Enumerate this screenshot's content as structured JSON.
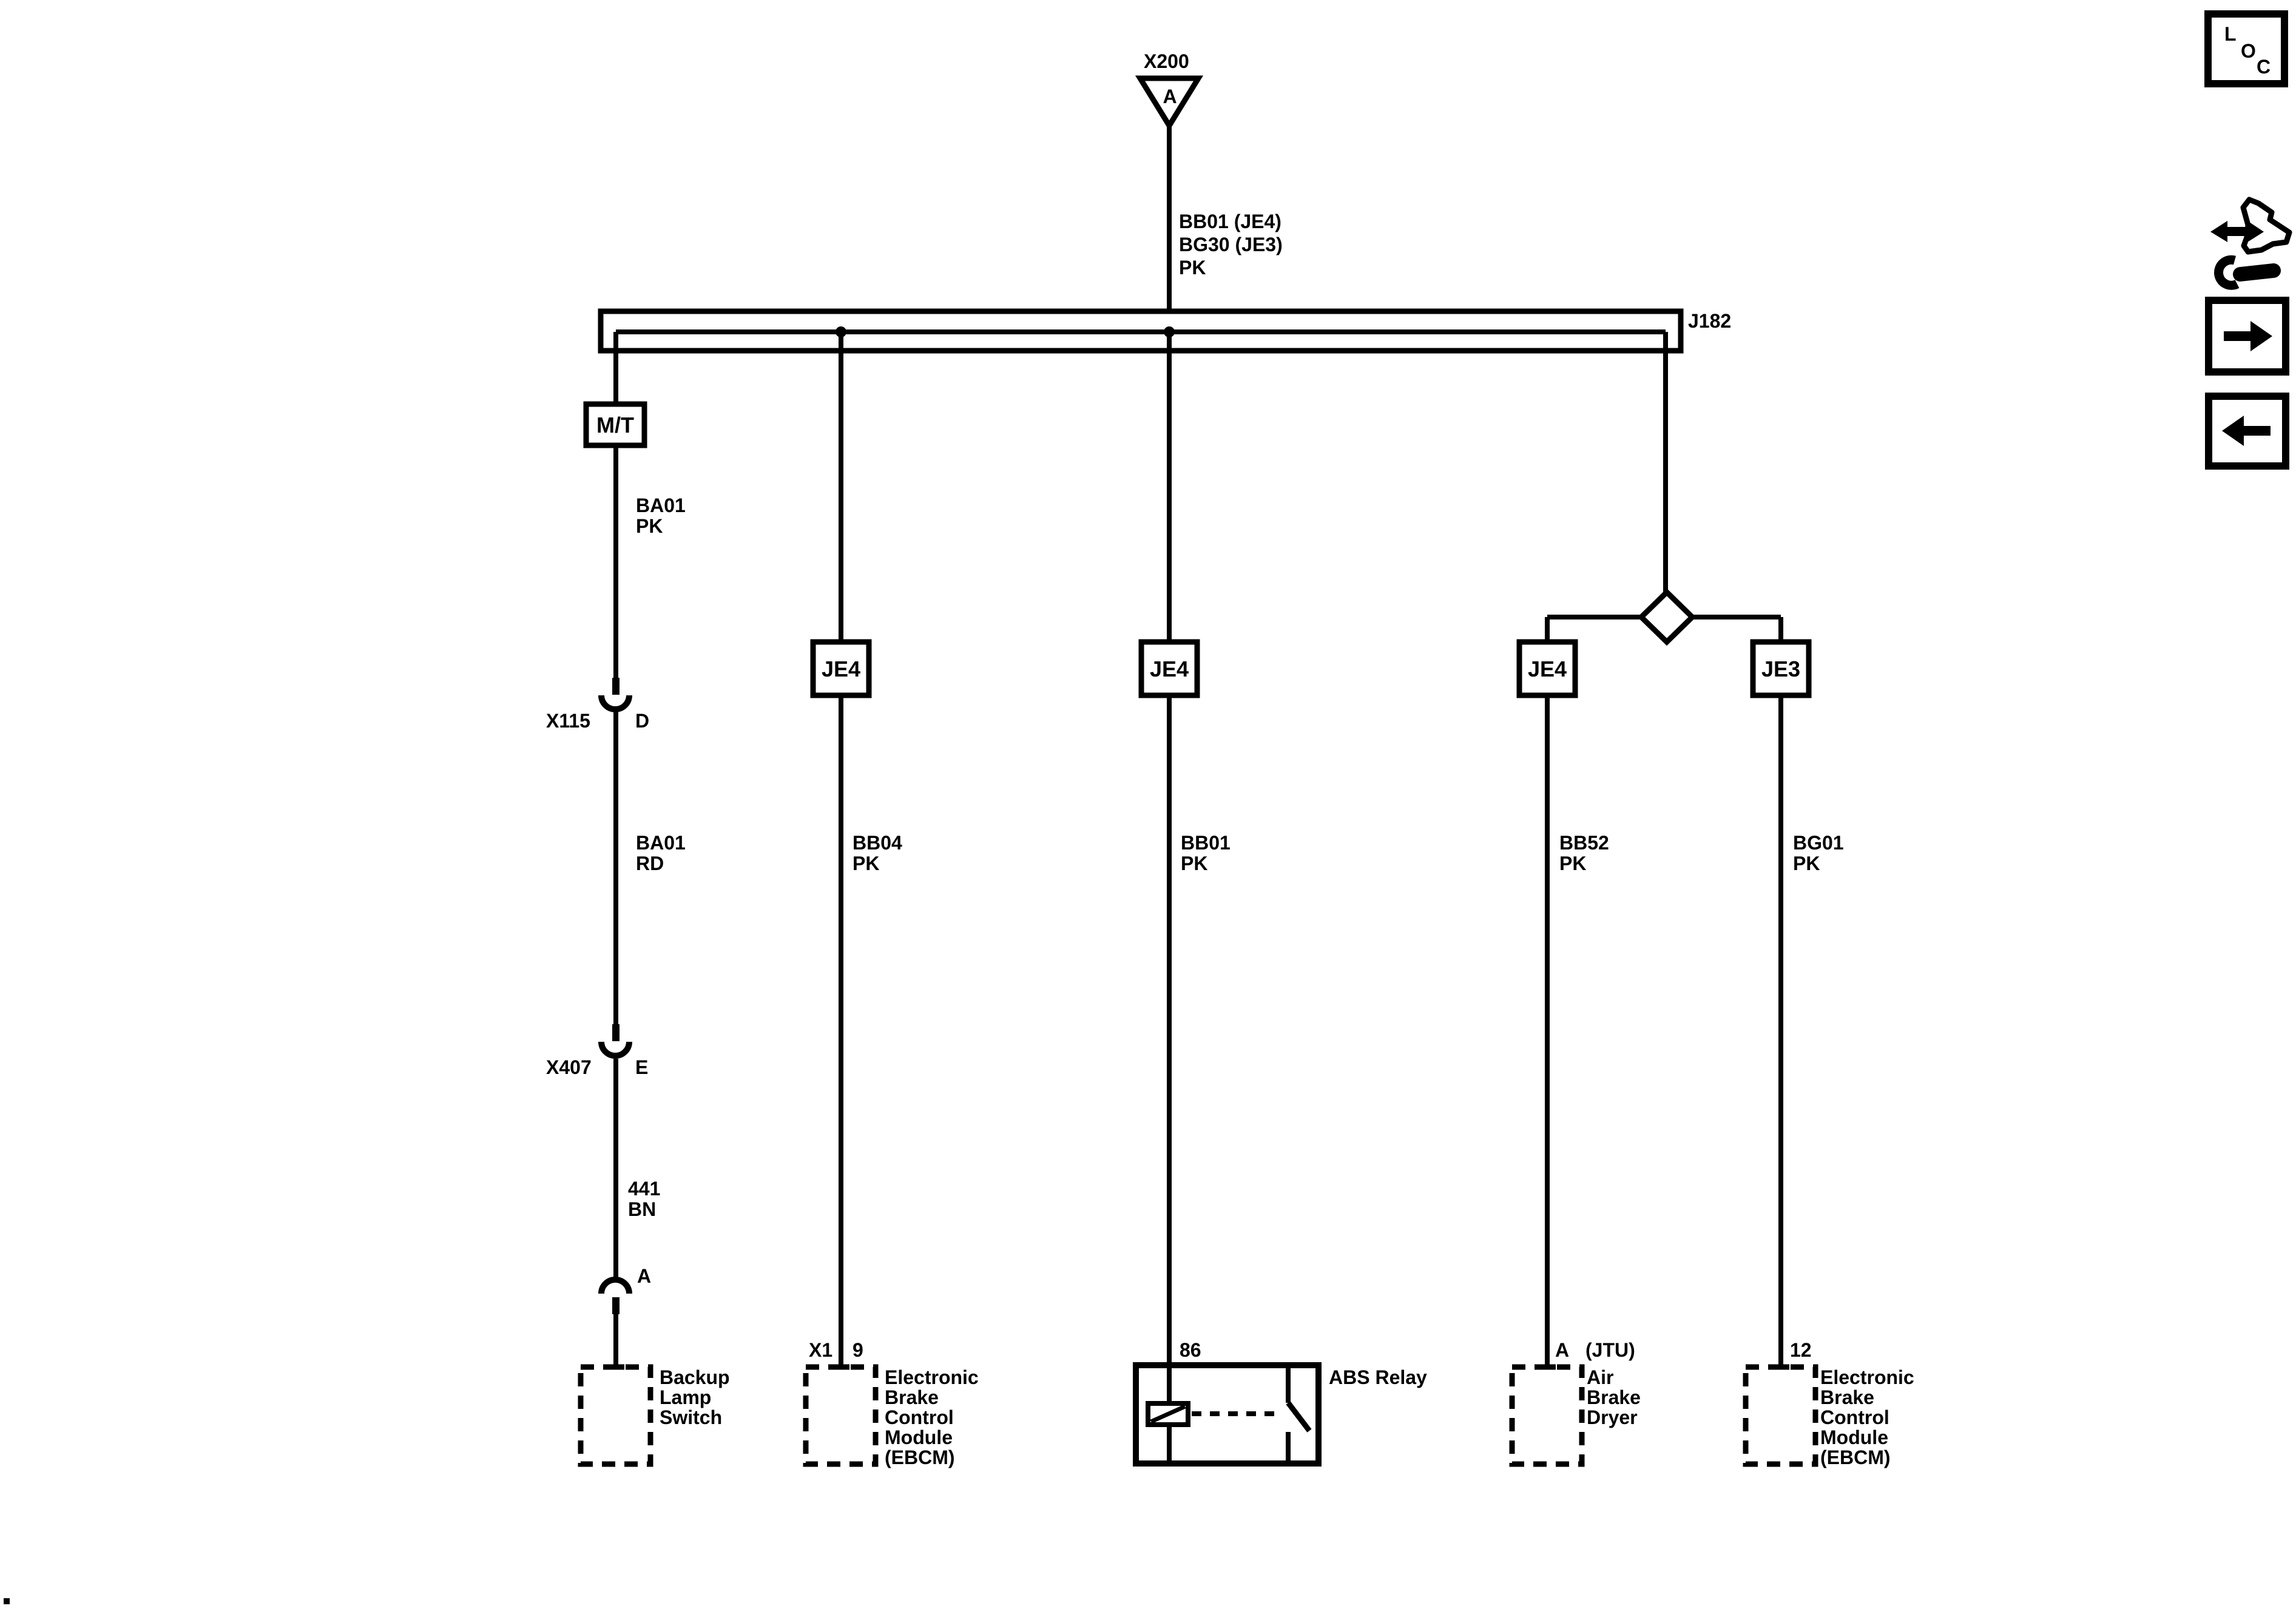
{
  "diagram": {
    "x200": {
      "label": "X200",
      "pin": "A"
    },
    "feed": {
      "lines": [
        "BB01 (JE4)",
        "BG30 (JE3)",
        "PK"
      ]
    },
    "bus_label": "J182",
    "col1": {
      "top_box": "M/T",
      "wire1": [
        "BA01",
        "PK"
      ],
      "conn1": {
        "name": "X115",
        "pin": "D"
      },
      "wire2": [
        "BA01",
        "RD"
      ],
      "conn2": {
        "name": "X407",
        "pin": "E"
      },
      "wire3": [
        "441",
        "BN"
      ],
      "pin": "A",
      "component": [
        "Backup",
        "Lamp",
        "Switch"
      ]
    },
    "col2": {
      "junction": "JE4",
      "wire": [
        "BB04",
        "PK"
      ],
      "conn": "X1",
      "pin": "9",
      "component": [
        "Electronic",
        "Brake",
        "Control",
        "Module",
        "(EBCM)"
      ]
    },
    "col3": {
      "junction": "JE4",
      "wire": [
        "BB01",
        "PK"
      ],
      "pin": "86",
      "component": "ABS Relay"
    },
    "col4": {
      "junction": "JE4",
      "wire": [
        "BB52",
        "PK"
      ],
      "pin": "A",
      "pin_note": "(JTU)",
      "component": [
        "Air",
        "Brake",
        "Dryer"
      ]
    },
    "col5": {
      "junction": "JE3",
      "wire": [
        "BG01",
        "PK"
      ],
      "pin": "12",
      "component": [
        "Electronic",
        "Brake",
        "Control",
        "Module",
        "(EBCM)"
      ]
    }
  },
  "nav": {
    "loc_letters": [
      "L",
      "O",
      "C"
    ],
    "icons": [
      "loc",
      "service-tools",
      "next-page",
      "previous-page"
    ]
  },
  "colors": {
    "ink": "#000000",
    "paper": "#ffffff"
  }
}
